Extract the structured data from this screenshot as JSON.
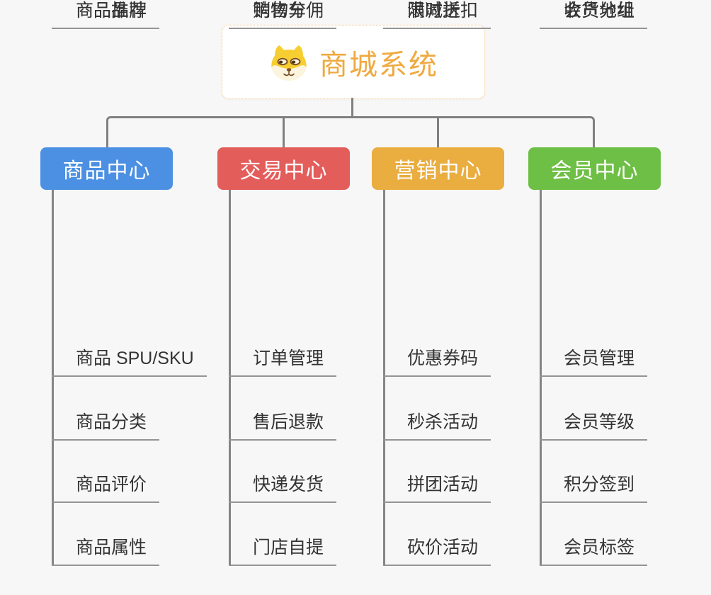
{
  "canvas": {
    "background": "#f7f7f7",
    "connector_color": "#808080",
    "leaf_line_color": "#949494",
    "leaf_text_color": "#333333"
  },
  "root": {
    "title": "商城系统",
    "icon": "dog-face-icon",
    "title_color": "#EFA93E",
    "border_color": "#F3C987",
    "background": "#ffffff"
  },
  "branches": [
    {
      "label": "商品中心",
      "color": "#4B90E2",
      "children": [
        "商品 SPU/SKU",
        "商品分类",
        "商品评价",
        "商品属性",
        "商品推荐",
        "商品品牌"
      ]
    },
    {
      "label": "交易中心",
      "color": "#E35D5B",
      "children": [
        "订单管理",
        "售后退款",
        "快递发货",
        "门店自提",
        "购物车",
        "销售分佣"
      ]
    },
    {
      "label": "营销中心",
      "color": "#EAAD40",
      "children": [
        "优惠券码",
        "秒杀活动",
        "拼团活动",
        "砍价活动",
        "限时折扣",
        "满减送"
      ]
    },
    {
      "label": "会员中心",
      "color": "#6EBF45",
      "children": [
        "会员管理",
        "会员等级",
        "积分签到",
        "会员标签",
        "会员分组",
        "收货地址"
      ]
    }
  ]
}
